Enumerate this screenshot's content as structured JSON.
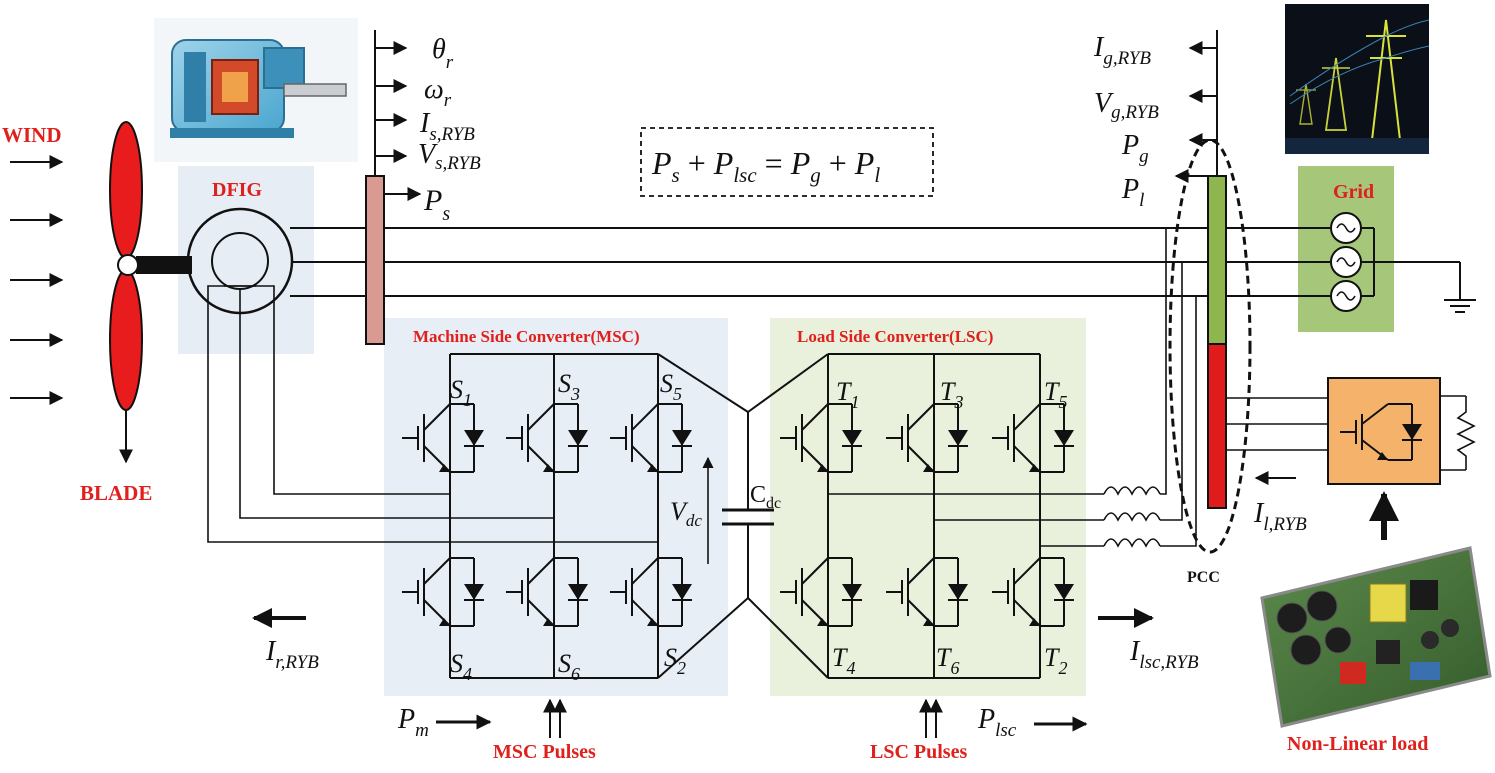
{
  "labels": {
    "wind": "WIND",
    "blade": "BLADE",
    "dfig": "DFIG",
    "grid": "Grid",
    "msc_title": "Machine Side Converter(MSC)",
    "lsc_title": "Load Side Converter(LSC)",
    "msc_pulses": "MSC Pulses",
    "lsc_pulses": "LSC Pulses",
    "pcc": "PCC",
    "nonlinear_load": "Non-Linear load",
    "cdc_main": "C",
    "cdc_sub": "dc"
  },
  "equation": {
    "t1": "P",
    "s1": "s",
    "op1": " + ",
    "t2": "P",
    "s2": "lsc",
    "eq": " = ",
    "t3": "P",
    "s3": "g",
    "op2": " + ",
    "t4": "P",
    "s4": "l"
  },
  "signals": {
    "theta": {
      "main": "θ",
      "sub": "r"
    },
    "omega": {
      "main": "ω",
      "sub": "r"
    },
    "is": {
      "main": "I",
      "sub": "s,RYB"
    },
    "vs": {
      "main": "V",
      "sub": "s,RYB"
    },
    "ps": {
      "main": "P",
      "sub": "s"
    },
    "ig": {
      "main": "I",
      "sub": "g,RYB"
    },
    "vg": {
      "main": "V",
      "sub": "g,RYB"
    },
    "pg": {
      "main": "P",
      "sub": "g"
    },
    "pl": {
      "main": "P",
      "sub": "l"
    },
    "vdc": {
      "main": "V",
      "sub": "dc"
    },
    "il": {
      "main": "I",
      "sub": "l,RYB"
    },
    "ir": {
      "main": "I",
      "sub": "r,RYB"
    },
    "ilsc": {
      "main": "I",
      "sub": "lsc,RYB"
    },
    "pm": {
      "main": "P",
      "sub": "m"
    },
    "plsc": {
      "main": "P",
      "sub": "lsc"
    }
  },
  "switches": {
    "s1": {
      "main": "S",
      "sub": "1"
    },
    "s3": {
      "main": "S",
      "sub": "3"
    },
    "s5": {
      "main": "S",
      "sub": "5"
    },
    "s4": {
      "main": "S",
      "sub": "4"
    },
    "s6": {
      "main": "S",
      "sub": "6"
    },
    "s2": {
      "main": "S",
      "sub": "2"
    },
    "t1": {
      "main": "T",
      "sub": "1"
    },
    "t3": {
      "main": "T",
      "sub": "3"
    },
    "t5": {
      "main": "T",
      "sub": "5"
    },
    "t4": {
      "main": "T",
      "sub": "4"
    },
    "t6": {
      "main": "T",
      "sub": "6"
    },
    "t2": {
      "main": "T",
      "sub": "2"
    }
  },
  "colors": {
    "label_red": "#e0201c",
    "blade_red": "#e81c1c",
    "msc_panel": "#e8eef6",
    "lsc_panel": "#e9f1dc",
    "dfig_panel": "#e6edf4",
    "grid_panel": "#a6c679",
    "bus_pink": "#d99a92",
    "pcc_green": "#8fb54f",
    "pcc_red": "#e01b1b",
    "load_orange": "#f5b26b"
  }
}
